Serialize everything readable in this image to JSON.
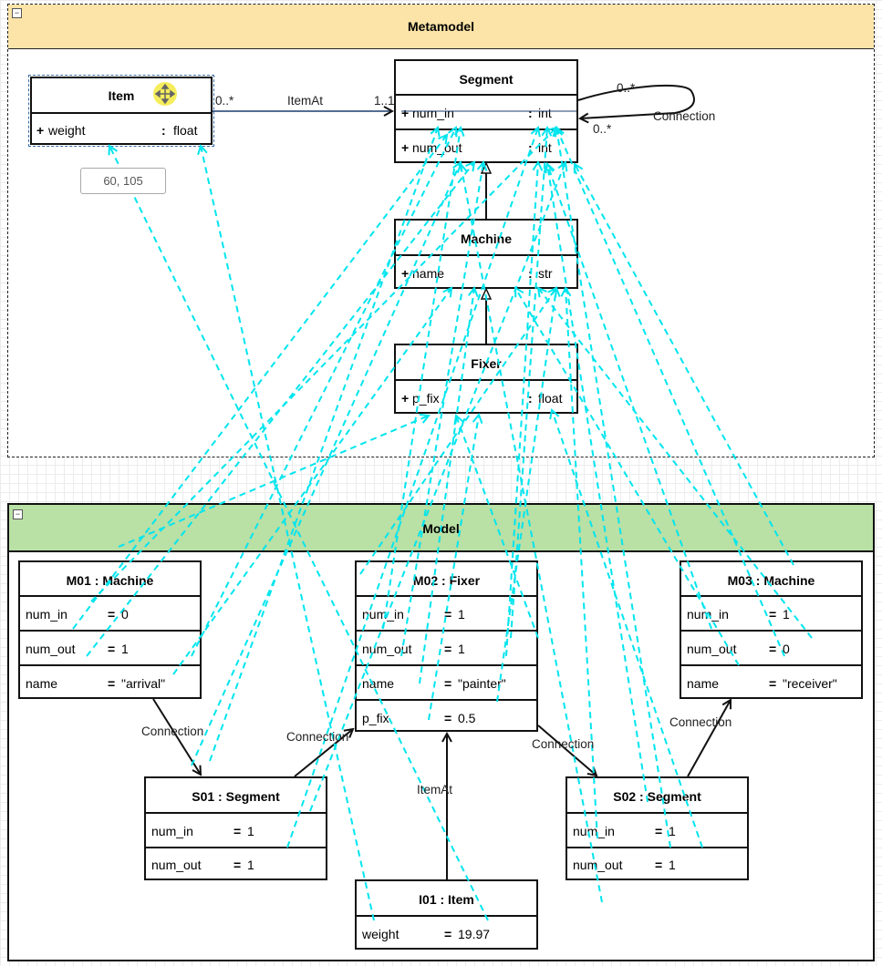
{
  "packages": {
    "metamodel": {
      "title": "Metamodel",
      "collapse_glyph": "−",
      "header_color": "#fce4a8"
    },
    "model": {
      "title": "Model",
      "collapse_glyph": "−",
      "header_color": "#b9e0a5"
    }
  },
  "classes": {
    "item": {
      "name": "Item",
      "attr": {
        "plus": "+",
        "name": "weight",
        "colon": ":",
        "type": "float"
      }
    },
    "segment": {
      "name": "Segment",
      "attr1": {
        "plus": "+",
        "name": "num_in",
        "colon": ":",
        "type": "int"
      },
      "attr2": {
        "plus": "+",
        "name": "num_out",
        "colon": ":",
        "type": "int"
      }
    },
    "machine": {
      "name": "Machine",
      "attr": {
        "plus": "+",
        "name": "name",
        "colon": ":",
        "type": "str"
      }
    },
    "fixer": {
      "name": "Fixer",
      "attr": {
        "plus": "+",
        "name": "p_fix",
        "colon": ":",
        "type": "float"
      }
    }
  },
  "meta_associations": {
    "itemat": {
      "label": "ItemAt",
      "src_mult": "0..*",
      "dst_mult": "1..1"
    },
    "connection": {
      "label": "Connection",
      "mult_top": "0..*",
      "mult_bottom": "0..*"
    }
  },
  "coord_tooltip": "60, 105",
  "move_cursor_icon": "move-cursor-icon",
  "objects": {
    "m01": {
      "title": "M01 : Machine",
      "rows": [
        {
          "name": "num_in",
          "eq": "=",
          "value": "0"
        },
        {
          "name": "num_out",
          "eq": "=",
          "value": "1"
        },
        {
          "name": "name",
          "eq": "=",
          "value": "\"arrival\""
        }
      ]
    },
    "m02": {
      "title": "M02 : Fixer",
      "rows": [
        {
          "name": "num_in",
          "eq": "=",
          "value": "1"
        },
        {
          "name": "num_out",
          "eq": "=",
          "value": "1"
        },
        {
          "name": "name",
          "eq": "=",
          "value": "\"painter\""
        },
        {
          "name": "p_fix",
          "eq": "=",
          "value": "0.5"
        }
      ]
    },
    "m03": {
      "title": "M03 : Machine",
      "rows": [
        {
          "name": "num_in",
          "eq": "=",
          "value": "1"
        },
        {
          "name": "num_out",
          "eq": "=",
          "value": "0"
        },
        {
          "name": "name",
          "eq": "=",
          "value": "\"receiver\""
        }
      ]
    },
    "s01": {
      "title": "S01 : Segment",
      "rows": [
        {
          "name": "num_in",
          "eq": "=",
          "value": "1"
        },
        {
          "name": "num_out",
          "eq": "=",
          "value": "1"
        }
      ]
    },
    "s02": {
      "title": "S02 : Segment",
      "rows": [
        {
          "name": "num_in",
          "eq": "=",
          "value": "1"
        },
        {
          "name": "num_out",
          "eq": "=",
          "value": "1"
        }
      ]
    },
    "i01": {
      "title": "I01 : Item",
      "rows": [
        {
          "name": "weight",
          "eq": "=",
          "value": "19.97"
        }
      ]
    }
  },
  "model_links": {
    "m01_s01": "Connection",
    "s01_m02": "Connection",
    "m02_s02": "Connection",
    "s02_m03": "Connection",
    "i01_m02": "ItemAt"
  },
  "colors": {
    "type_link": "#00e5ee",
    "line": "#111111",
    "cursor": "#f5ec4a"
  }
}
